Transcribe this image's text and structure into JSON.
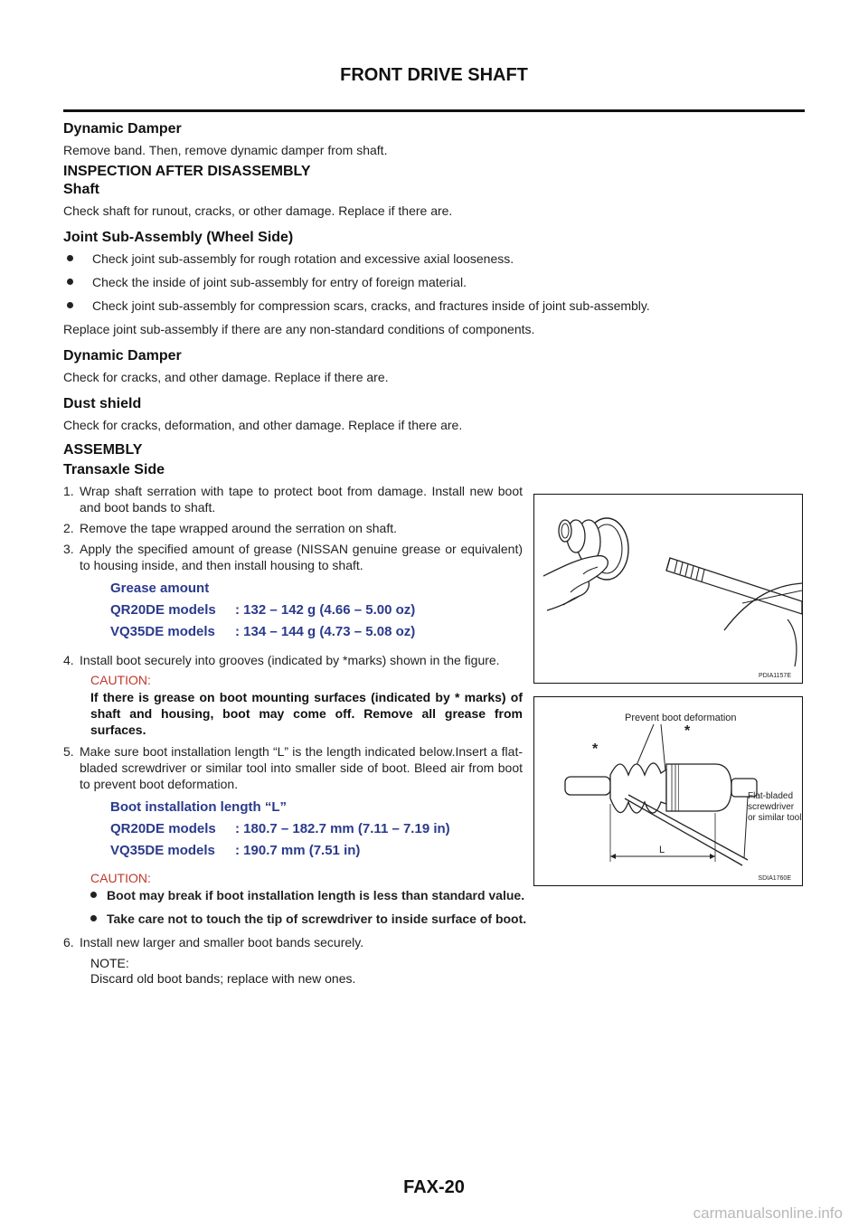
{
  "header": {
    "title": "FRONT DRIVE SHAFT"
  },
  "dynamic_damper_removal": {
    "heading": "Dynamic Damper",
    "text": "Remove band. Then, remove dynamic damper from shaft."
  },
  "inspection": {
    "heading": "INSPECTION AFTER DISASSEMBLY",
    "shaft": {
      "heading": "Shaft",
      "text": "Check shaft for runout, cracks, or other damage. Replace if there are."
    },
    "joint": {
      "heading": "Joint Sub-Assembly (Wheel Side)",
      "bullets": [
        "Check joint sub-assembly for rough rotation and excessive axial looseness.",
        "Check the inside of joint sub-assembly for entry of foreign material.",
        "Check joint sub-assembly for compression scars, cracks, and fractures inside of joint sub-assembly."
      ],
      "note": "Replace joint sub-assembly if there are any non-standard conditions of components."
    },
    "damper": {
      "heading": "Dynamic Damper",
      "text": "Check for cracks, and other damage. Replace if there are."
    },
    "dust_shield": {
      "heading": "Dust shield",
      "text": "Check for cracks, deformation, and other damage. Replace if there are."
    }
  },
  "assembly": {
    "heading": "ASSEMBLY",
    "subheading": "Transaxle Side",
    "steps": [
      {
        "num": "1.",
        "text": "Wrap shaft serration with tape to protect boot from damage. Install new boot and boot bands to shaft."
      },
      {
        "num": "2.",
        "text": "Remove the tape wrapped around the serration on shaft."
      },
      {
        "num": "3.",
        "text": "Apply the specified amount of grease (NISSAN genuine grease or equivalent) to housing inside, and then install housing to shaft."
      },
      {
        "num": "4.",
        "text": "Install boot securely into grooves (indicated by *marks) shown in the figure."
      },
      {
        "num": "5.",
        "text": "Make sure boot installation length “L” is the length indicated below.Insert a flat-bladed screwdriver or similar tool into smaller side of boot. Bleed air from boot to prevent boot deformation."
      },
      {
        "num": "6.",
        "text": "Install new larger and smaller boot bands securely."
      }
    ],
    "grease_spec": {
      "title": "Grease amount",
      "rows": [
        {
          "label": "QR20DE models",
          "value": ": 132  –  142 g (4.66  –  5.00 oz)"
        },
        {
          "label": "VQ35DE models",
          "value": ": 134  –  144 g (4.73  –  5.08 oz)"
        }
      ]
    },
    "caution1": {
      "title": "CAUTION:",
      "text": " If there is grease on boot mounting surfaces (indicated by * marks) of shaft and housing, boot may come off. Remove all grease from surfaces."
    },
    "length_spec": {
      "title": "Boot installation length “L”",
      "rows": [
        {
          "label": "QR20DE models",
          "value": ": 180.7  –  182.7 mm (7.11  –  7.19 in)"
        },
        {
          "label": "VQ35DE models",
          "value": ": 190.7 mm (7.51 in)"
        }
      ]
    },
    "caution2": {
      "title": "CAUTION:",
      "bullets": [
        "Boot may break if boot installation length is less than standard value.",
        "Take care not to touch the tip of screwdriver to inside surface of boot."
      ]
    },
    "note": {
      "title": "NOTE:",
      "text": "Discard old boot bands; replace with new ones."
    }
  },
  "figures": {
    "fig1": {
      "code": "PDIA1157E"
    },
    "fig2": {
      "code": "SDIA1760E",
      "label_prevent": "Prevent boot deformation",
      "label_tool_1": "Flat-bladed",
      "label_tool_2": "screwdriver",
      "label_tool_3": "or similar tool",
      "label_star": "*",
      "label_L": "L"
    }
  },
  "footer": {
    "page_number": "FAX-20",
    "watermark": "carmanualsonline.info"
  },
  "colors": {
    "spec_blue": "#2a3a8c",
    "caution_red": "#c0392b"
  }
}
